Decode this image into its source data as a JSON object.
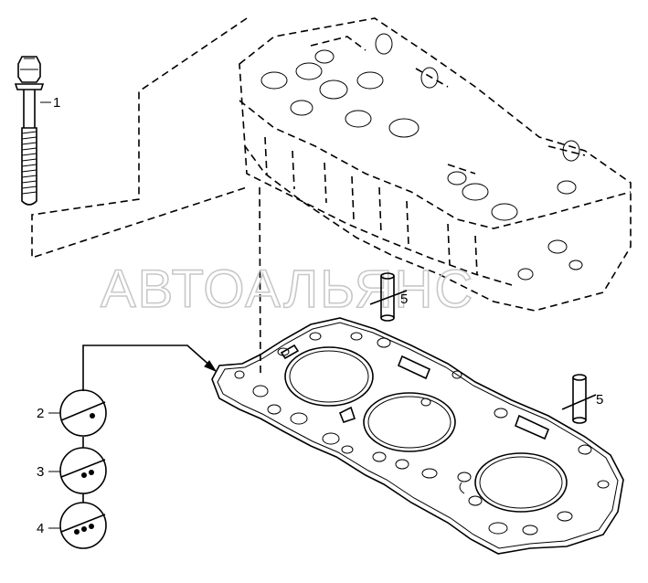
{
  "watermark": "АВТОАЛЬЯНС",
  "callouts": {
    "bolt": "1",
    "gasket_variant_a": "2",
    "gasket_variant_b": "3",
    "gasket_variant_c": "4",
    "dowel_upper": "5",
    "dowel_lower": "5"
  },
  "gasket_variants": [
    {
      "label": "2",
      "notch_holes": 1
    },
    {
      "label": "3",
      "notch_holes": 2
    },
    {
      "label": "4",
      "notch_holes": 3
    }
  ]
}
